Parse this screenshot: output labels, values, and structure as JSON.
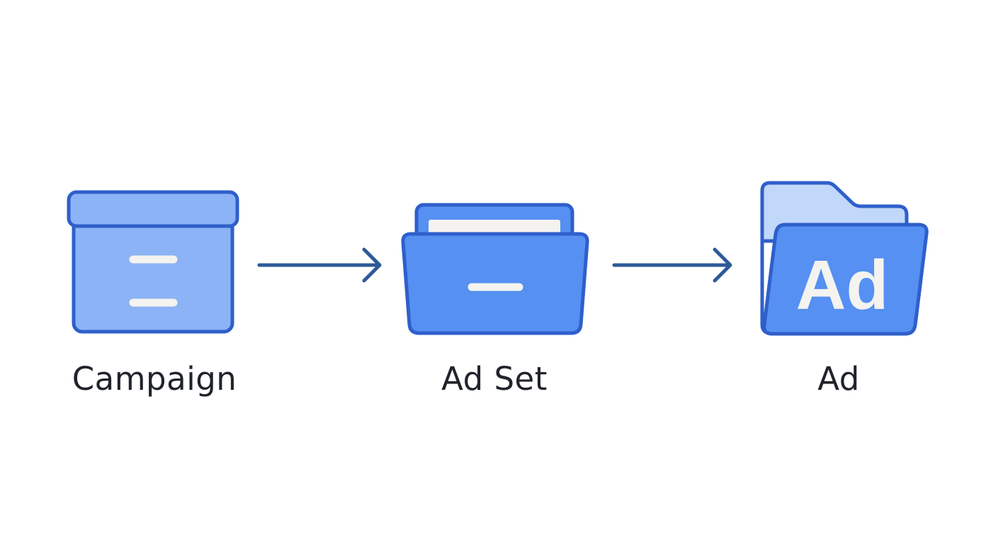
{
  "diagram": {
    "stages": [
      {
        "label": "Campaign",
        "icon": "archive-box-icon"
      },
      {
        "label": "Ad Set",
        "icon": "open-folder-icon"
      },
      {
        "label": "Ad",
        "icon": "ad-folder-icon",
        "icon_text": "Ad"
      }
    ],
    "connectors": [
      {
        "from": "Campaign",
        "to": "Ad Set",
        "icon": "arrow-right-icon"
      },
      {
        "from": "Ad Set",
        "to": "Ad",
        "icon": "arrow-right-icon"
      }
    ]
  },
  "colors": {
    "outline": "#2f5fcb",
    "fill_light": "#8cb3f5",
    "fill_mid": "#5590f2",
    "folder_back": "#c1d8fa",
    "arrow": "#2d5a98",
    "label_text": "#20232b"
  }
}
